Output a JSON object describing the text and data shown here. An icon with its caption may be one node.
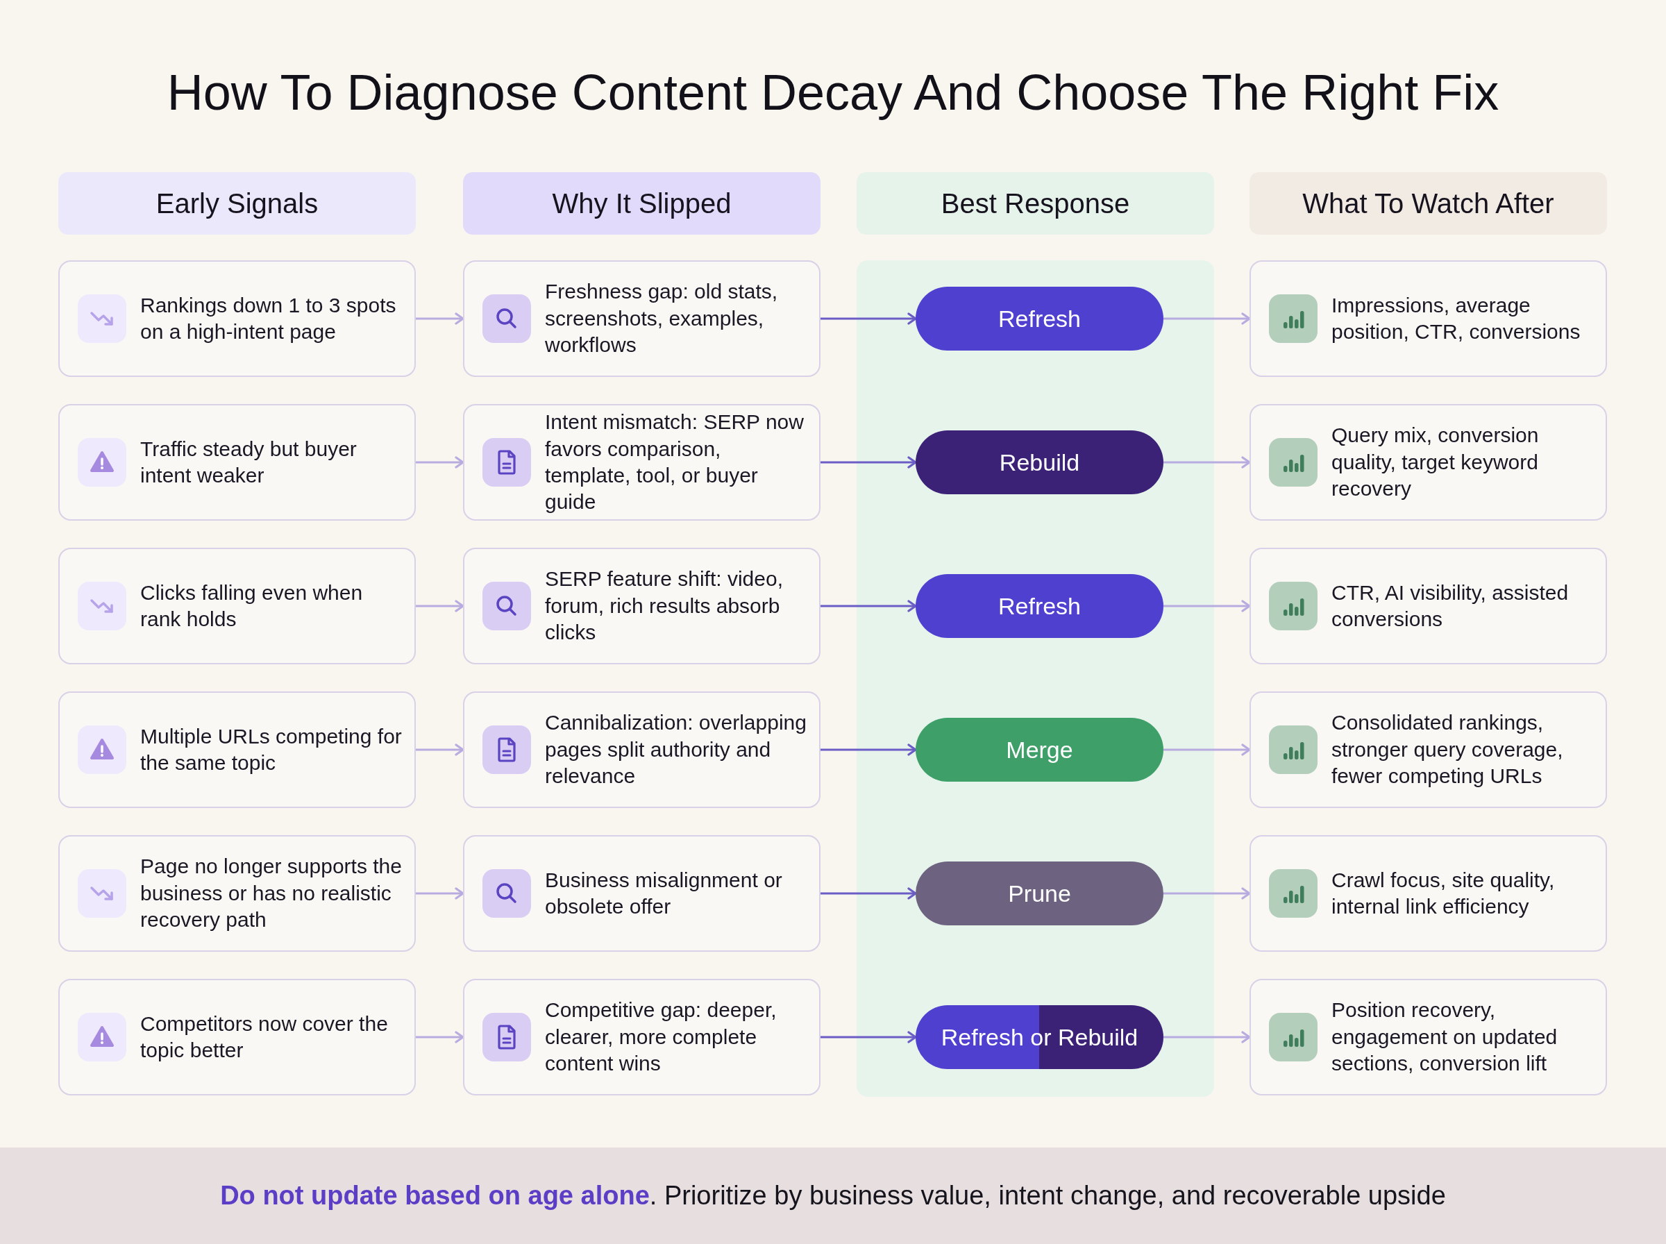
{
  "diagram": {
    "title": "How To Diagnose Content Decay And Choose The Right Fix",
    "nodes": [
      {
        "text": [
          "Early Signals"
        ]
      },
      {
        "text": [
          "Why It Slipped"
        ]
      },
      {
        "text": [
          "Best Response"
        ]
      },
      {
        "text": [
          "What To Watch After"
        ]
      },
      {
        "text": [
          "Rankings down 1 to 3 spots on a high-intent page"
        ]
      },
      {
        "text": [
          "Freshness gap: old stats, screenshots, examples, workflows"
        ]
      },
      {
        "text": [
          "Refresh"
        ]
      },
      {
        "text": [
          "Impressions, average position, CTR, conversions"
        ]
      },
      {
        "text": [
          "Traffic steady but buyer intent weaker"
        ]
      },
      {
        "text": [
          "Intent mismatch: SERP now favors comparison, template, tool, or buyer guide"
        ]
      },
      {
        "text": [
          "Rebuild"
        ]
      },
      {
        "text": [
          "Query mix, conversion quality, target keyword recovery"
        ]
      },
      {
        "text": [
          "Clicks falling even when rank holds"
        ]
      },
      {
        "text": [
          "SERP feature shift: video, forum, rich results absorb clicks"
        ]
      },
      {
        "text": [
          "Refresh"
        ]
      },
      {
        "text": [
          "CTR, AI visibility, assisted conversions"
        ]
      },
      {
        "text": [
          "Multiple URLs competing for the same topic"
        ]
      },
      {
        "text": [
          "Cannibalization: overlapping pages split authority and relevance"
        ]
      },
      {
        "text": [
          "Merge"
        ]
      },
      {
        "text": [
          "Consolidated rankings, stronger query coverage, fewer competing URLs"
        ]
      },
      {
        "text": [
          "Page no longer supports the business or has no realistic recovery path"
        ]
      },
      {
        "text": [
          "Business misalignment or obsolete offer"
        ]
      },
      {
        "text": [
          "Prune"
        ]
      },
      {
        "text": [
          "Crawl focus, site quality, internal link efficiency"
        ]
      },
      {
        "text": [
          "Competitors now cover the topic better"
        ]
      },
      {
        "text": [
          "Competitive gap: deeper, clearer, more complete content wins"
        ]
      },
      {
        "text": [
          "Refresh or Rebuild"
        ]
      },
      {
        "text": [
          "Position recovery, engagement on updated sections, conversion lift"
        ]
      },
      {
        "text": [
          "**Do not update based on age alone**. Prioritize by business value, intent change, and recoverable upside"
        ]
      }
    ],
    "edges": [
      {
        "from": 4,
        "to": 5,
        "arrow": "to"
      },
      {
        "from": 5,
        "to": 6,
        "arrow": "to",
        "color": "#6b5cc6"
      },
      {
        "from": 6,
        "to": 7,
        "arrow": "to"
      },
      {
        "from": 8,
        "to": 9,
        "arrow": "to"
      },
      {
        "from": 9,
        "to": 10,
        "arrow": "to",
        "color": "#6b5cc6"
      },
      {
        "from": 10,
        "to": 11,
        "arrow": "to"
      },
      {
        "from": 12,
        "to": 13,
        "arrow": "to"
      },
      {
        "from": 13,
        "to": 14,
        "arrow": "to",
        "color": "#6b5cc6"
      },
      {
        "from": 14,
        "to": 15,
        "arrow": "to"
      },
      {
        "from": 16,
        "to": 17,
        "arrow": "to"
      },
      {
        "from": 17,
        "to": 18,
        "arrow": "to",
        "color": "#6b5cc6"
      },
      {
        "from": 18,
        "to": 19,
        "arrow": "to"
      },
      {
        "from": 20,
        "to": 21,
        "arrow": "to"
      },
      {
        "from": 21,
        "to": 22,
        "arrow": "to",
        "color": "#6b5cc6"
      },
      {
        "from": 22,
        "to": 23,
        "arrow": "to"
      },
      {
        "from": 24,
        "to": 25,
        "arrow": "to"
      },
      {
        "from": 25,
        "to": 26,
        "arrow": "to",
        "color": "#6b5cc6"
      },
      {
        "from": 26,
        "to": 27,
        "arrow": "to"
      }
    ]
  }
}
